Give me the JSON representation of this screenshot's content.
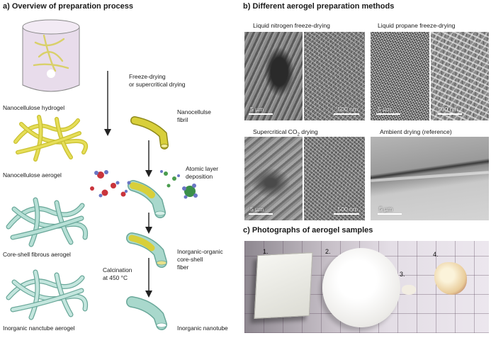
{
  "panel_a": {
    "title": "a) Overview of preparation process",
    "labels": {
      "hydrogel": "Nanocellulose hydrogel",
      "drying_1": "Freeze-drying",
      "drying_2": "or supercritical drying",
      "aerogel": "Nanocellulose aerogel",
      "fibril_1": "Nanocellulse",
      "fibril_2": "fibril",
      "ald_1": "Atomic layer",
      "ald_2": "deposition",
      "core_shell_aerogel": "Core-shell fibrous aerogel",
      "fiber_1": "Inorganic-organic",
      "fiber_2": "core-shell",
      "fiber_3": "fiber",
      "calc_1": "Calcination",
      "calc_2": "at 450 °C",
      "nanotube_aerogel": "Inorganic nanctube aerogel",
      "nanotube": "Inorganic nanotube"
    },
    "colors": {
      "cellulose": "#d8cf3a",
      "inorganic": "#9fd1c6",
      "arrow": "#222222"
    }
  },
  "panel_b": {
    "title": "b) Different aerogel preparation methods",
    "methods": [
      {
        "title": "Liquid nitrogen freeze-drying",
        "scale_left": "5 µm",
        "scale_right": "500 nm"
      },
      {
        "title": "Liquid propane freeze-drying",
        "scale_left": "5 µm",
        "scale_right": "500 nm"
      },
      {
        "title": "Supercritical CO",
        "subscript": "2",
        "title_end": " drying",
        "scale_left": "5 µm",
        "scale_right": "500 nm"
      },
      {
        "title": "Ambient drying (reference)",
        "scale_left": "5 µm"
      }
    ]
  },
  "panel_c": {
    "title": "c) Photographs of aerogel samples",
    "sample_numbers": [
      "1.",
      "2.",
      "3.",
      "4."
    ]
  }
}
